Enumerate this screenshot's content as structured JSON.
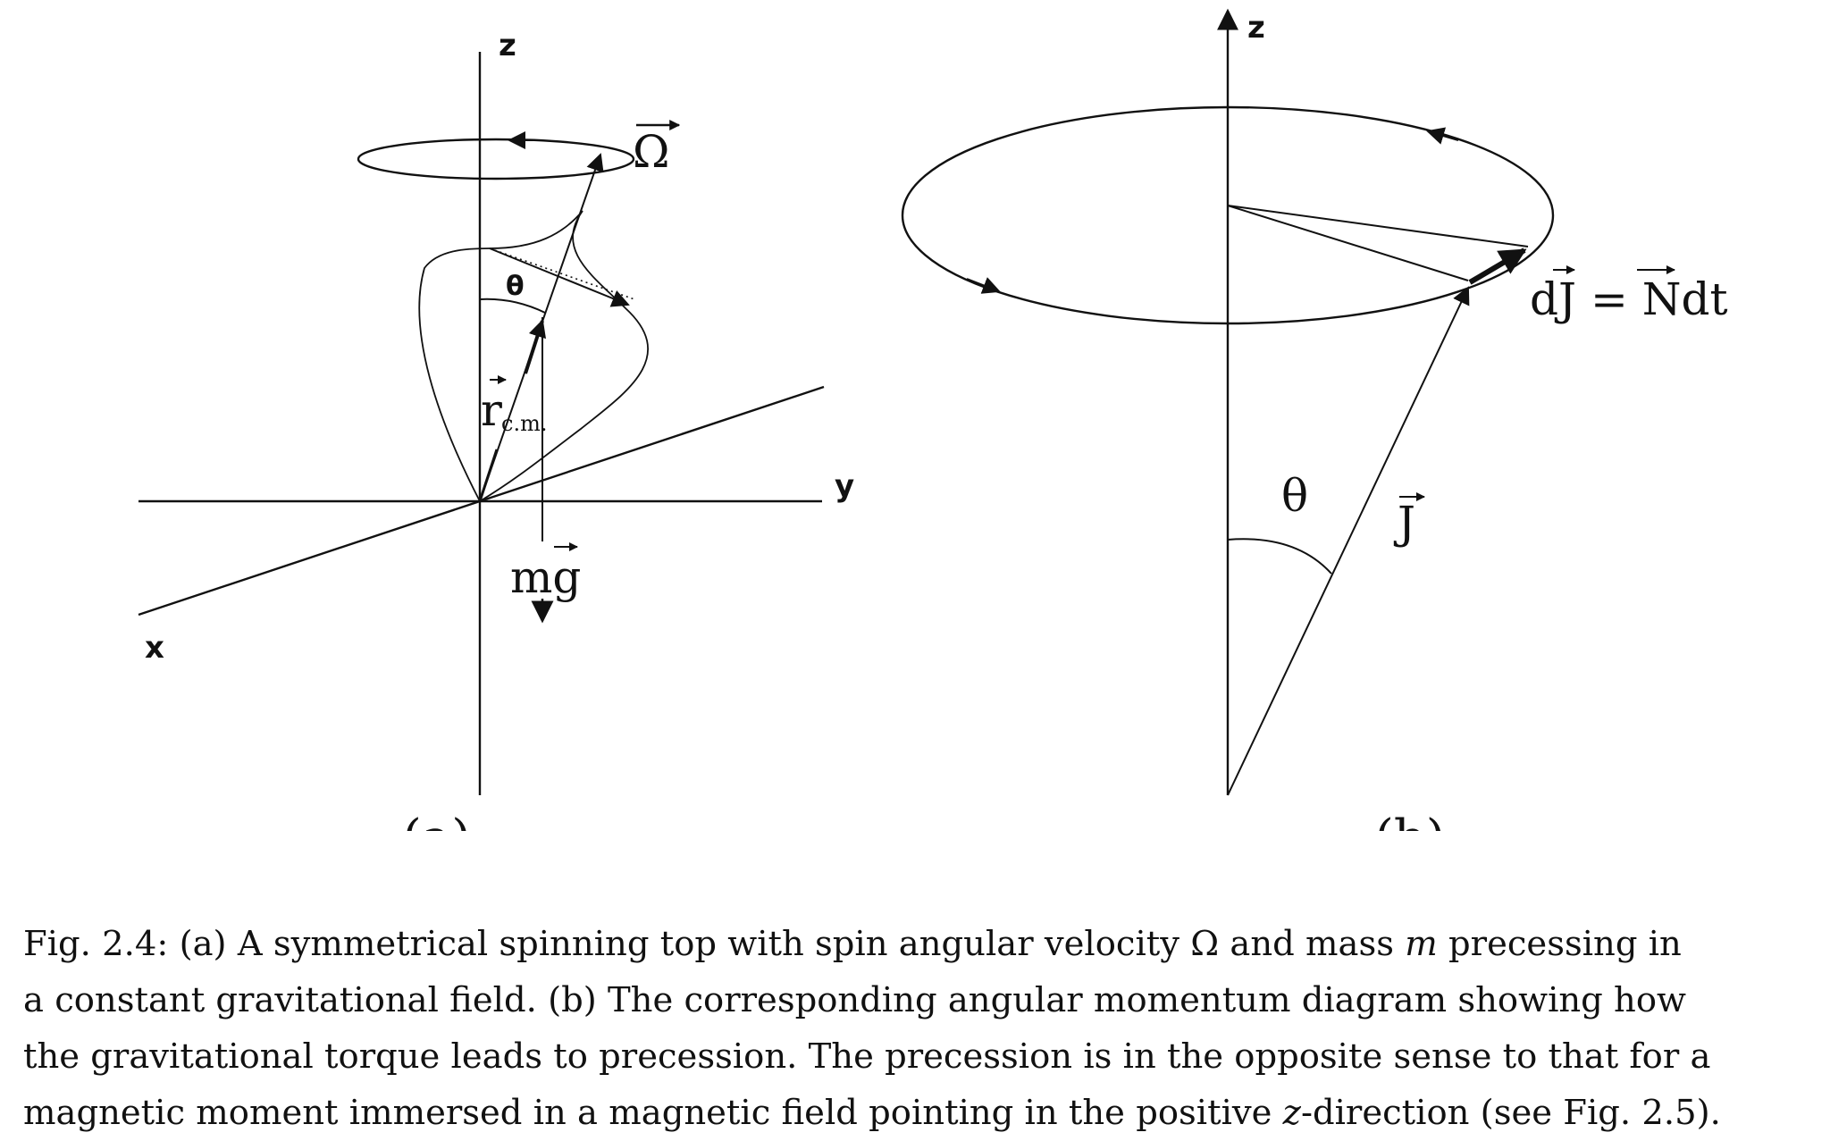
{
  "panel_a": {
    "axis_z": "z",
    "axis_y": "y",
    "axis_x": "x",
    "omega": "Ω",
    "theta": "θ",
    "r_main": "r",
    "r_sub": "c.m.",
    "mg": "mg",
    "panel_label": "(a)"
  },
  "panel_b": {
    "axis_z": "z",
    "theta": "θ",
    "J": "J",
    "dJ_eq": "dJ = Ndt",
    "panel_label": "(b)"
  },
  "caption": {
    "line1_a": "Fig. 2.4: (a) A symmetrical spinning top with spin angular velocity ",
    "line1_omega": "Ω",
    "line1_b": " and mass ",
    "line1_m": "m",
    "line1_c": " precessing in",
    "line2": "a constant gravitational field. (b) The corresponding angular momentum diagram showing how",
    "line3": "the gravitational torque leads to precession. The precession is in the opposite sense to that for a",
    "line4_a": "magnetic moment immersed in a magnetic field pointing in the positive ",
    "line4_z": "z",
    "line4_b": "-direction (see Fig. 2.5)."
  }
}
